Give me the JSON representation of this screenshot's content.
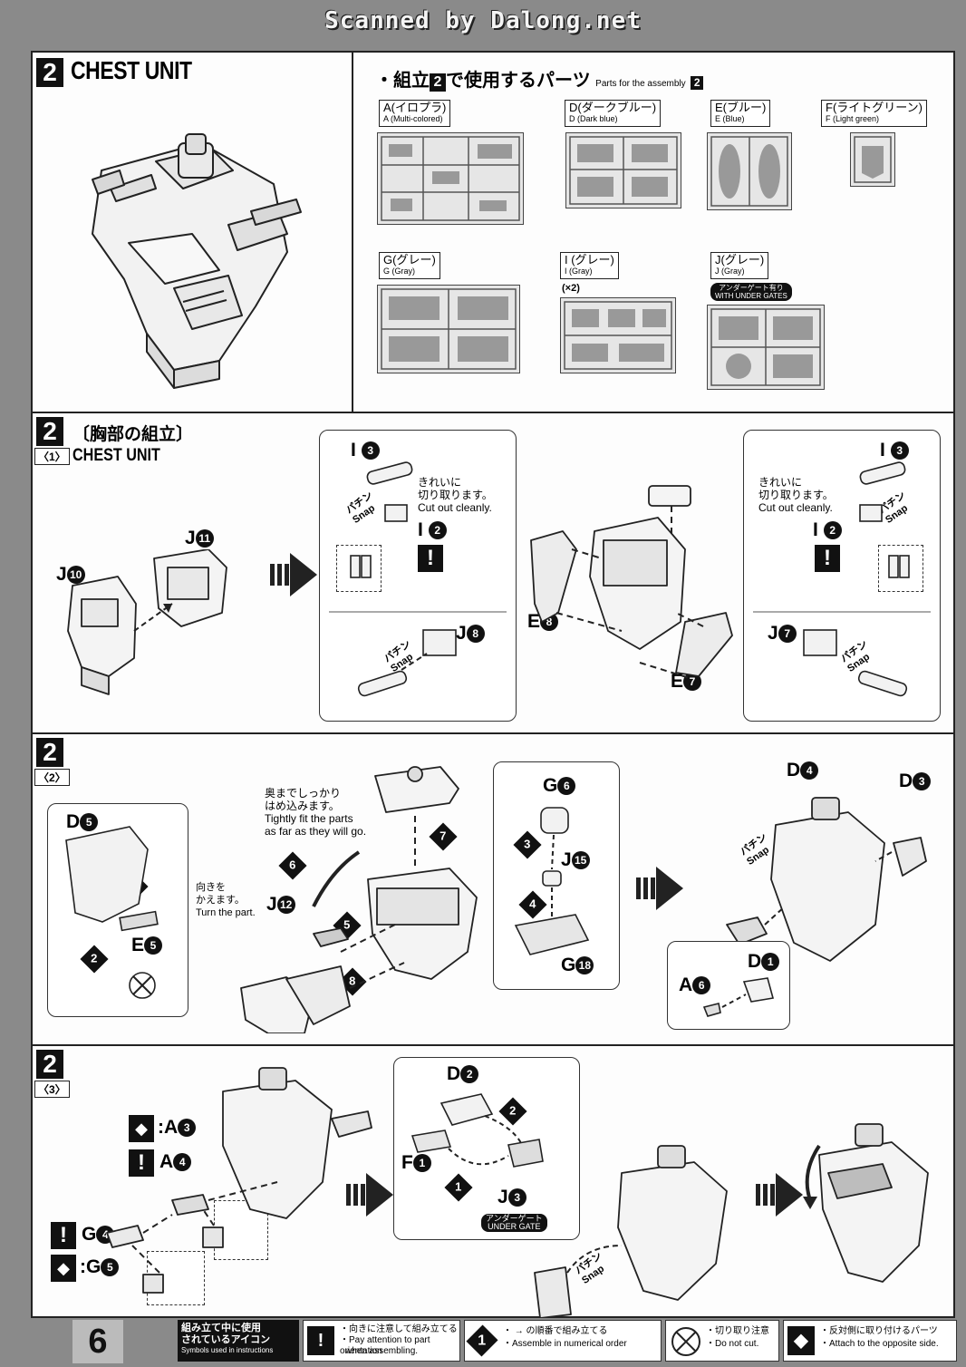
{
  "banner": "Scanned by Dalong.net",
  "page_number": "6",
  "header": {
    "step": "2",
    "title": "CHEST UNIT"
  },
  "parts": {
    "heading_jp_pre": "・組立",
    "heading_step": "2",
    "heading_jp_post": "で使用するパーツ",
    "heading_en": "Parts for the assembly",
    "runners": [
      {
        "jp": "A(イロプラ)",
        "en": "A (Multi-colored)"
      },
      {
        "jp": "D(ダークブルー)",
        "en": "D (Dark blue)"
      },
      {
        "jp": "E(ブルー)",
        "en": "E (Blue)"
      },
      {
        "jp": "F(ライトグリーン)",
        "en": "F (Light green)"
      },
      {
        "jp": "G(グレー)",
        "en": "G (Gray)"
      },
      {
        "jp": "I (グレー)",
        "en": "I (Gray)"
      },
      {
        "jp": "J(グレー)",
        "en": "J (Gray)"
      }
    ],
    "i_qty": "(×2)",
    "under_gates_jp": "アンダーゲート有り",
    "under_gates_en": "WITH UNDER GATES"
  },
  "step1": {
    "step": "2",
    "sub": "〈1〉",
    "title_jp": "〔胸部の組立〕",
    "title_en": "CHEST UNIT",
    "cut_jp_1": "きれいに",
    "cut_jp_2": "切り取ります。",
    "cut_en": "Cut out cleanly.",
    "snap_jp": "パチン",
    "snap_en": "Snap",
    "parts": {
      "j10": "J",
      "j11": "J",
      "i3": "I",
      "i2": "I",
      "j8": "J",
      "e8": "E",
      "e7": "E",
      "j7": "J"
    },
    "nums": {
      "j10": "10",
      "j11": "11",
      "i3": "3",
      "i2": "2",
      "j8": "8",
      "e8": "8",
      "e7": "7",
      "j7": "7"
    }
  },
  "step2": {
    "step": "2",
    "sub": "〈2〉",
    "fit_jp_1": "奥までしっかり",
    "fit_jp_2": "はめ込みます。",
    "fit_en_1": "Tightly fit the parts",
    "fit_en_2": "as far as they will go.",
    "turn_jp_1": "向きを",
    "turn_jp_2": "かえます。",
    "turn_en": "Turn the part.",
    "snap_jp": "パチン",
    "snap_en": "Snap",
    "parts": {
      "d5": "D",
      "e5": "E",
      "j12": "J",
      "g6": "G",
      "j15": "J",
      "g18": "G",
      "d4": "D",
      "d3": "D",
      "a6": "A",
      "d1": "D"
    },
    "nums": {
      "d5": "5",
      "e5": "5",
      "j12": "12",
      "g6": "6",
      "j15": "15",
      "g18": "18",
      "d4": "4",
      "d3": "3",
      "a6": "6",
      "d1": "1"
    },
    "seq": [
      "1",
      "2",
      "3",
      "4",
      "5",
      "6",
      "7",
      "8"
    ]
  },
  "step3": {
    "step": "2",
    "sub": "〈3〉",
    "snap_jp": "パチン",
    "snap_en": "Snap",
    "under_gate_jp": "アンダーゲート",
    "under_gate_en": "UNDER GATE",
    "parts": {
      "a3": ":A",
      "a4": "A",
      "g4": "G",
      "g5": ":G",
      "d2": "D",
      "f1": "F",
      "j3": "J"
    },
    "nums": {
      "a3": "3",
      "a4": "4",
      "g4": "4",
      "g5": "5",
      "d2": "2",
      "f1": "1",
      "j3": "3"
    },
    "seq": [
      "1",
      "2"
    ]
  },
  "footer": {
    "title_jp_1": "組み立て中に使用",
    "title_jp_2": "されているアイコン",
    "title_en": "Symbols used in instructions",
    "icons": [
      {
        "jp": "・向きに注意して組み立てる",
        "en_1": "・Pay attention to part orientation",
        "en_2": "when assembling."
      },
      {
        "jp": "・ →  の順番で組み立てる",
        "en_1": "・Assemble in numerical order",
        "en_2": ""
      },
      {
        "jp": "・切り取り注意",
        "en_1": "・Do not cut.",
        "en_2": ""
      },
      {
        "jp": "・反対側に取り付けるパーツ",
        "en_1": "・Attach to the opposite side.",
        "en_2": ""
      }
    ]
  }
}
